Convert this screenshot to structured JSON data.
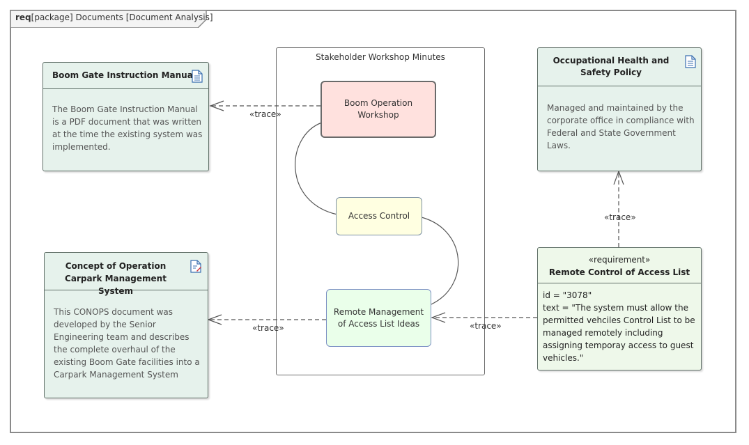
{
  "frame": {
    "keyword": "req",
    "title": "[package] Documents [Document Analysis]"
  },
  "documents": {
    "boom_gate_manual": {
      "title": "Boom Gate Instruction Manual",
      "body": "The Boom Gate Instruction Manual is a PDF document that was written at the time the existing system was implemented."
    },
    "ohs_policy": {
      "title": "Occupational Health and Safety Policy",
      "body": "Managed and maintained by the corporate office in compliance with Federal and State Government Laws."
    },
    "conops": {
      "title": "Concept of Operation Carpark Management System",
      "body": "This CONOPS document was developed by the Senior Engineering team and describes the complete overhaul of the existing Boom Gate facilities into a Carpark Management System"
    }
  },
  "workshop": {
    "title": "Stakeholder Workshop Minutes",
    "boom_operation": "Boom Operation Workshop",
    "access_control": "Access Control",
    "remote_management": "Remote Management of Access List Ideas"
  },
  "requirement": {
    "stereotype": "«requirement»",
    "title": "Remote Control of Access List",
    "id_line": "id = \"3078\"",
    "text_line": "text = \"The system must allow the permitted vehciles Control List to be managed remotely including assigning temporay access to guest vehicles.\""
  },
  "connectors": {
    "trace1": "«trace»",
    "trace2": "«trace»",
    "trace3": "«trace»",
    "trace4": "«trace»"
  },
  "colors": {
    "document_fill": "#e6f2ec",
    "requirement_fill": "#eef8ea",
    "boom_operation_fill": "#ffe1de",
    "access_control_fill": "#ffffe1",
    "remote_management_fill": "#eaffea",
    "border": "#5f6f67"
  }
}
